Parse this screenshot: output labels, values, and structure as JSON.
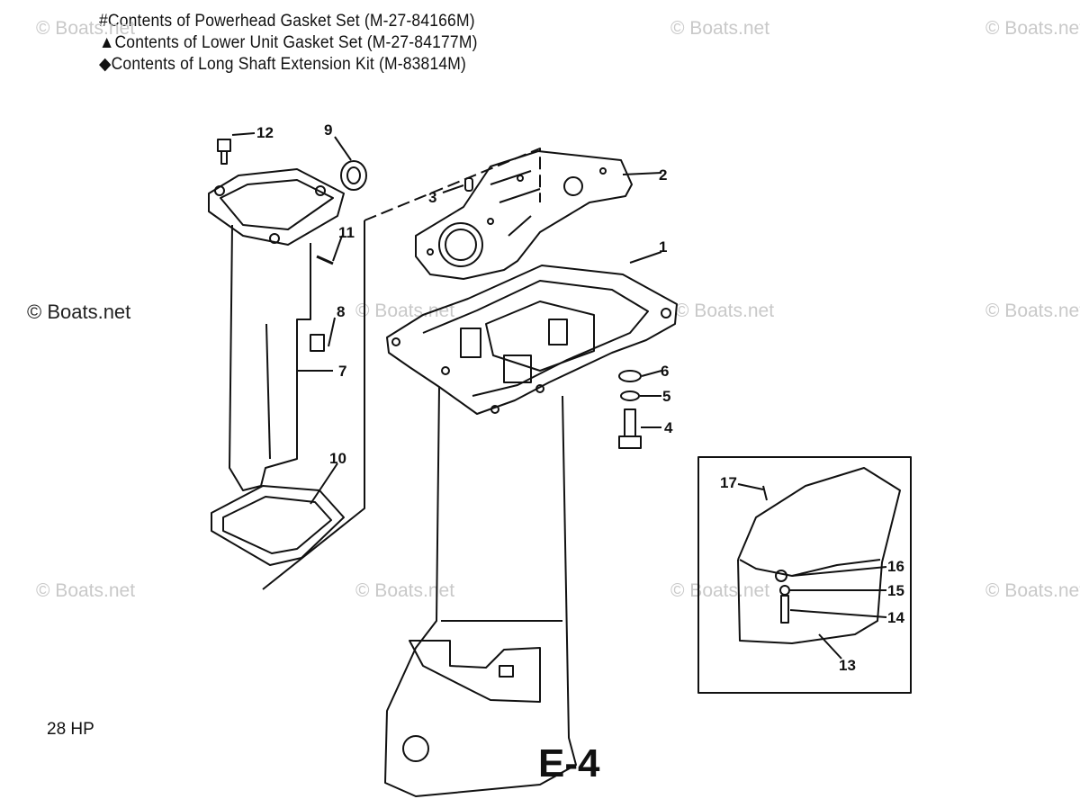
{
  "legend": [
    {
      "symbol": "#",
      "text": "Contents of Powerhead Gasket Set (M-27-84166M)"
    },
    {
      "symbol": "▲",
      "text": "Contents of Lower Unit Gasket Set (M-27-84177M)"
    },
    {
      "symbol": "◆",
      "text": "Contents of Long Shaft Extension Kit (M-83814M)"
    }
  ],
  "watermark": "© Boats.net",
  "model": "28 HP",
  "diagram_code": "E-4",
  "callouts": [
    "1",
    "2",
    "3",
    "4",
    "5",
    "6",
    "7",
    "8",
    "9",
    "10",
    "11",
    "12",
    "13",
    "14",
    "15",
    "16",
    "17"
  ]
}
